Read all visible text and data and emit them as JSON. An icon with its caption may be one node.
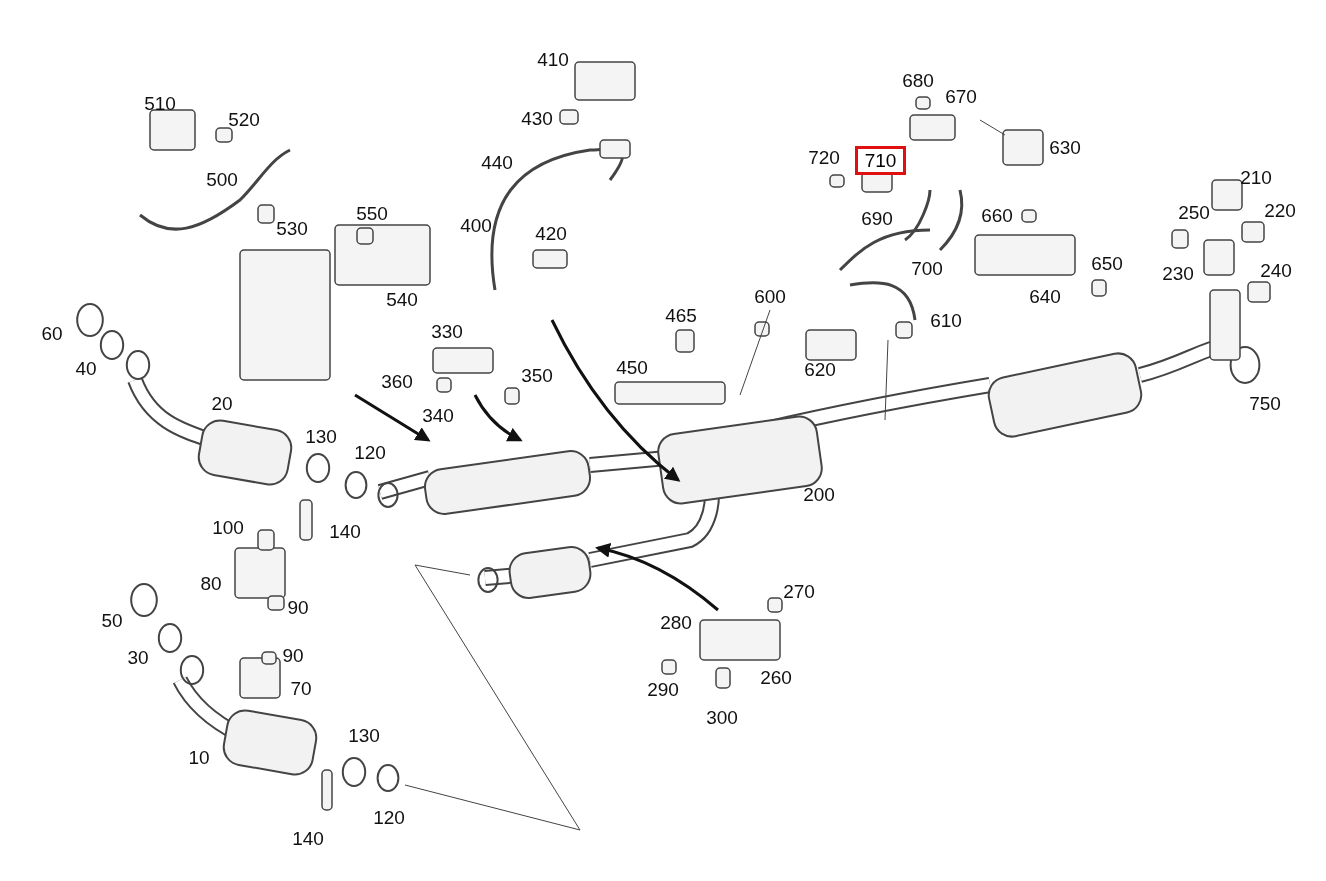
{
  "diagram": {
    "nodes": [
      {
        "text": [
          "710"
        ]
      }
    ],
    "labels": [
      "410",
      "680",
      "670",
      "510",
      "520",
      "430",
      "720",
      "630",
      "440",
      "500",
      "210",
      "550",
      "690",
      "660",
      "250",
      "220",
      "530",
      "400",
      "420",
      "700",
      "230",
      "240",
      "650",
      "540",
      "600",
      "640",
      "465",
      "610",
      "60",
      "330",
      "40",
      "450",
      "620",
      "360",
      "350",
      "750",
      "340",
      "20",
      "130",
      "120",
      "200",
      "100",
      "140",
      "270",
      "80",
      "90",
      "50",
      "280",
      "30",
      "90",
      "260",
      "70",
      "290",
      "300",
      "10",
      "130",
      "120",
      "140"
    ]
  }
}
